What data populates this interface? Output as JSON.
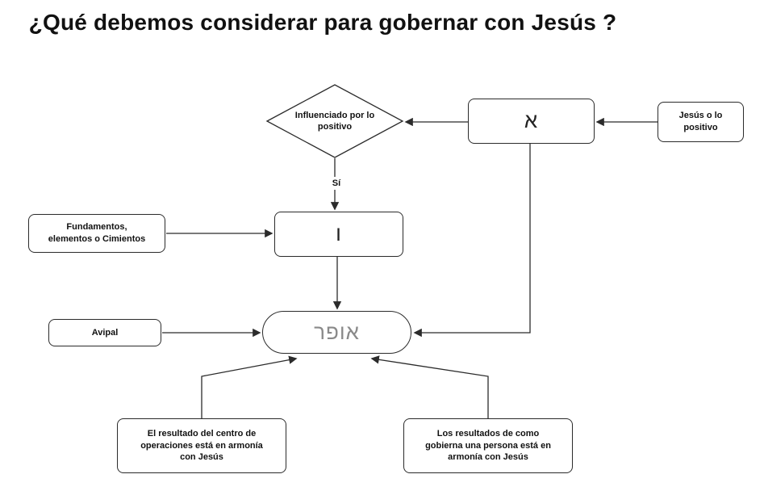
{
  "title": "¿Qué debemos considerar para gobernar con Jesús ?",
  "colors": {
    "line": "#2b2b2b",
    "ofer_text": "#8a8a8a"
  },
  "diagram": {
    "diamond_label": "Influenciado por lo\npositivo",
    "yes_label": "Sí",
    "node_aleph": "א",
    "node_vav": "ו",
    "node_ofer": "אופר",
    "box_jesus": "Jesús o lo\npositivo",
    "box_fundamentos": "Fundamentos,\nelementos o Cimientos",
    "box_avipal": "Avipal",
    "box_result_operations": "El resultado del centro de\noperaciones está en armonía\ncon Jesús",
    "box_result_person": "Los resultados de como\ngobierna una persona está en\narmonía con Jesús"
  }
}
